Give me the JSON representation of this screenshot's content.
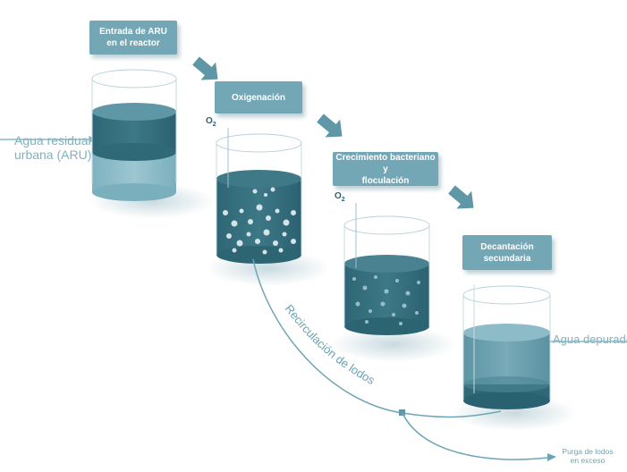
{
  "stages": {
    "inflow": "Entrada de ARU\nen el reactor",
    "oxygenation": "Oxigenación",
    "growth": "Crecimiento bacteriano y\nfloculación",
    "settling": "Decantación\nsecundaria"
  },
  "labels": {
    "raw_water": "Agua residual\nurbana (ARU)",
    "treated_water": "Agua depurada",
    "sludge_recirculation": "Recirculación de lodos",
    "excess_sludge": "Purga de lodos\nen exceso",
    "oxygen": "O",
    "oxygen_sub": "2"
  },
  "colors": {
    "box": "#74a7b6",
    "dark_water": "#3a7482",
    "light_water": "#8fbdc9",
    "pipe": "#8ab7c4",
    "arrow": "#5f97a7"
  }
}
